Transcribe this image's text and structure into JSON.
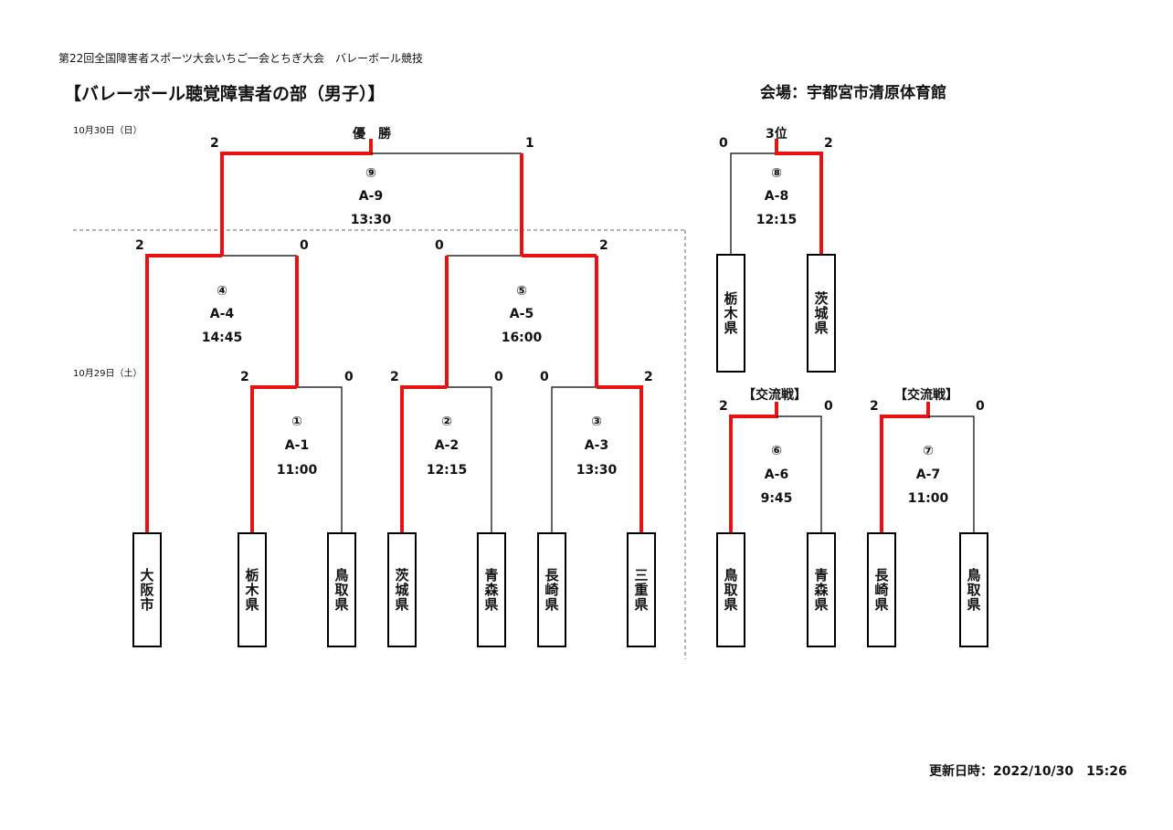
{
  "header": "第22回全国障害者スポーツ大会いちご一会とちぎ大会　バレーボール競技",
  "title": "【バレーボール聴覚障害者の部（男子）】",
  "venue": "会場：宇都宮市清原体育館",
  "dates": {
    "day2": "10月30日（日）",
    "day1": "10月29日（土）"
  },
  "labels": {
    "champion": "優　勝",
    "third": "3位",
    "exchange": "【交流戦】"
  },
  "teams": {
    "t1": "大阪市",
    "t2": "栃木県",
    "t3": "鳥取県",
    "t4": "茨城県",
    "t5": "青森県",
    "t6": "長崎県",
    "t7": "三重県",
    "t8": "栃木県",
    "t9": "茨城県",
    "t10": "鳥取県",
    "t11": "青森県",
    "t12": "長崎県",
    "t13": "鳥取県"
  },
  "matches": {
    "m1": {
      "num": "①",
      "code": "A-1",
      "time": "11:00"
    },
    "m2": {
      "num": "②",
      "code": "A-2",
      "time": "12:15"
    },
    "m3": {
      "num": "③",
      "code": "A-3",
      "time": "13:30"
    },
    "m4": {
      "num": "④",
      "code": "A-4",
      "time": "14:45"
    },
    "m5": {
      "num": "⑤",
      "code": "A-5",
      "time": "16:00"
    },
    "m6": {
      "num": "⑥",
      "code": "A-6",
      "time": "9:45"
    },
    "m7": {
      "num": "⑦",
      "code": "A-7",
      "time": "11:00"
    },
    "m8": {
      "num": "⑧",
      "code": "A-8",
      "time": "12:15"
    },
    "m9": {
      "num": "⑨",
      "code": "A-9",
      "time": "13:30"
    }
  },
  "scores": {
    "m1": [
      "2",
      "0"
    ],
    "m2": [
      "2",
      "0"
    ],
    "m3": [
      "0",
      "2"
    ],
    "m4": [
      "2",
      "0"
    ],
    "m5": [
      "0",
      "2"
    ],
    "m6": [
      "2",
      "0"
    ],
    "m7": [
      "2",
      "0"
    ],
    "m8": [
      "0",
      "2"
    ],
    "m9": [
      "2",
      "1"
    ]
  },
  "colors": {
    "winner_line": "#e81212",
    "line": "#000000"
  },
  "updated": "更新日時：2022/10/30　15:26"
}
